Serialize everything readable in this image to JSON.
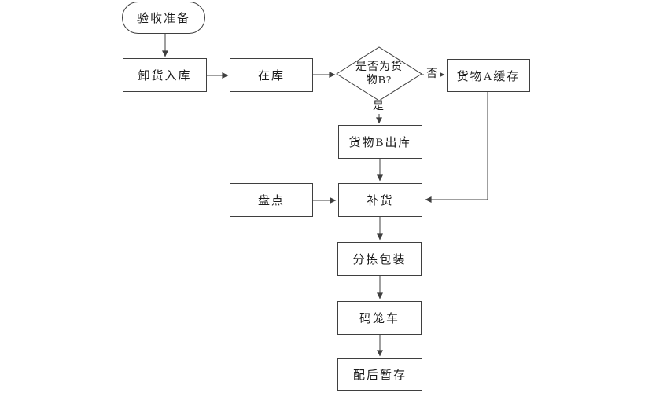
{
  "page": {
    "background": "#ffffff"
  },
  "diagram": {
    "type": "flowchart",
    "colors": {
      "line": "#3f3f3f",
      "text": "#1c1c1c",
      "node_fill": "#ffffff"
    },
    "nodes": {
      "start": {
        "label": "验收准备",
        "shape": "terminator"
      },
      "unload": {
        "label": "卸货入库",
        "shape": "process"
      },
      "in_stock": {
        "label": "在库",
        "shape": "process"
      },
      "is_cargo_b": {
        "label": "是否为货物B?",
        "line1": "是否为货",
        "line2": "物B?",
        "shape": "decision"
      },
      "cargo_a_buffer": {
        "label": "货物A缓存",
        "shape": "process"
      },
      "cargo_b_outbound": {
        "label": "货物B出库",
        "shape": "process"
      },
      "stocktake": {
        "label": "盘点",
        "shape": "process"
      },
      "replenish": {
        "label": "补货",
        "shape": "process"
      },
      "sort_pack": {
        "label": "分拣包装",
        "shape": "process"
      },
      "cage_cart": {
        "label": "码笼车",
        "shape": "process"
      },
      "post_storage": {
        "label": "配后暂存",
        "shape": "process"
      }
    },
    "edge_labels": {
      "yes": "是",
      "no": "否"
    },
    "edges": [
      {
        "from": "start",
        "to": "unload"
      },
      {
        "from": "unload",
        "to": "in_stock"
      },
      {
        "from": "in_stock",
        "to": "is_cargo_b"
      },
      {
        "from": "is_cargo_b",
        "to": "cargo_a_buffer",
        "label": "否"
      },
      {
        "from": "is_cargo_b",
        "to": "cargo_b_outbound",
        "label": "是"
      },
      {
        "from": "cargo_b_outbound",
        "to": "replenish"
      },
      {
        "from": "stocktake",
        "to": "replenish"
      },
      {
        "from": "cargo_a_buffer",
        "to": "replenish"
      },
      {
        "from": "replenish",
        "to": "sort_pack"
      },
      {
        "from": "sort_pack",
        "to": "cage_cart"
      },
      {
        "from": "cage_cart",
        "to": "post_storage"
      }
    ]
  }
}
